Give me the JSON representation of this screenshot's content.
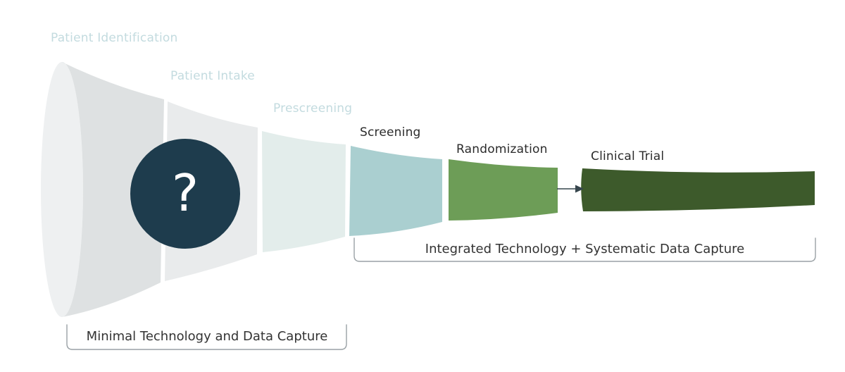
{
  "diagram": {
    "type": "funnel",
    "stages": [
      {
        "label": "Patient Identification",
        "color": "#dee1e2"
      },
      {
        "label": "Patient Intake",
        "color": "#e9ebec"
      },
      {
        "label": "Prescreening",
        "color": "#e3edeb"
      },
      {
        "label": "Screening",
        "color": "#aacfd0"
      },
      {
        "label": "Randomization",
        "color": "#6d9d57"
      },
      {
        "label": "Clinical Trial",
        "color": "#3d5a2b"
      }
    ],
    "unknown_marker": "?",
    "brackets": {
      "minimal": {
        "label": "Minimal Technology and Data Capture"
      },
      "integrated": {
        "label": "Integrated Technology + Systematic Data Capture"
      }
    }
  },
  "colors": {
    "background": "#ffffff",
    "funnel_mouth": "#eef0f1",
    "circle_fill": "#1e3c4d",
    "circle_text": "#ffffff",
    "label_light": "#c3dbdf",
    "label_dark": "#2b2b2b",
    "bracket_line": "#9aa1a5",
    "bracket_text": "#333333",
    "arrow": "#37464d"
  }
}
